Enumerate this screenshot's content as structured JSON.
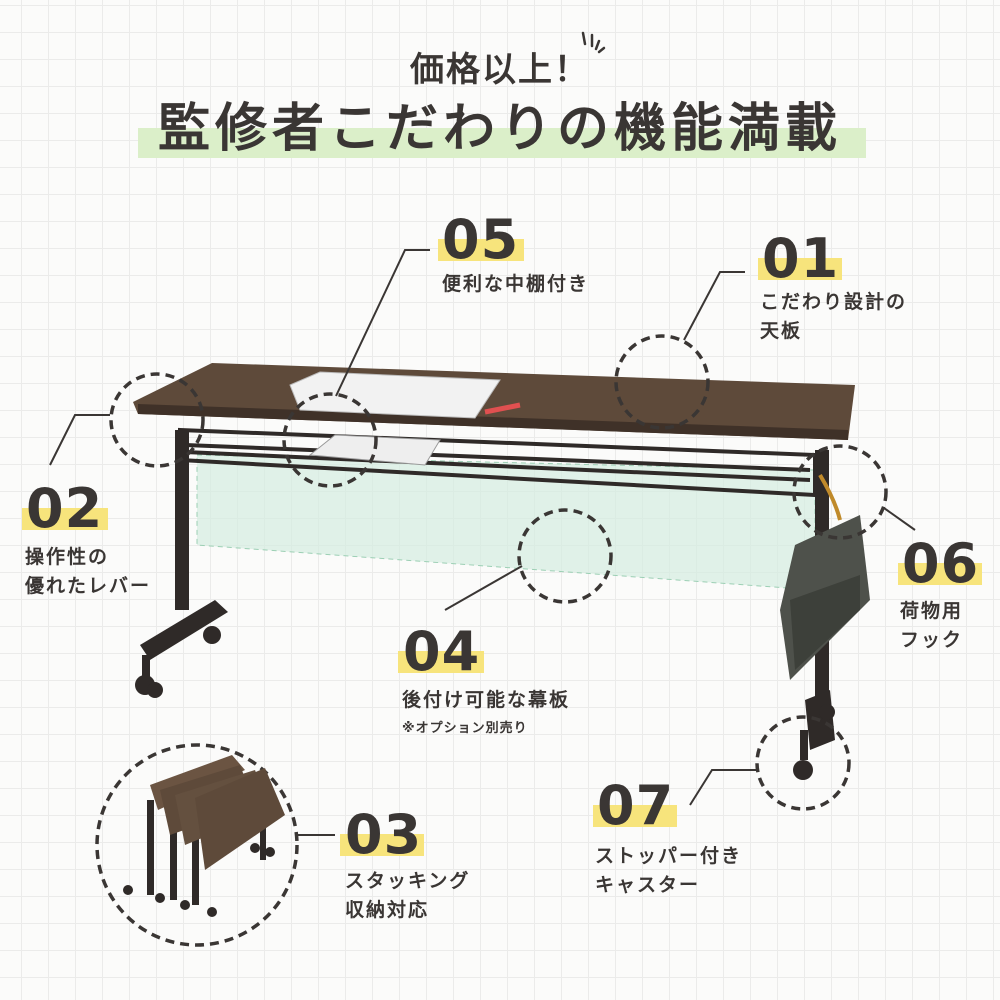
{
  "header": {
    "subtitle": "価格以上！",
    "title": "監修者こだわりの機能満載"
  },
  "colors": {
    "highlight": "#f7e47c",
    "band": "#dbefc9",
    "tabletop": "#5e4a3a"
  },
  "features": [
    {
      "num": "01",
      "lines": [
        "こだわり設計の",
        "天板"
      ]
    },
    {
      "num": "02",
      "lines": [
        "操作性の",
        "優れたレバー"
      ]
    },
    {
      "num": "03",
      "lines": [
        "スタッキング",
        "収納対応"
      ]
    },
    {
      "num": "04",
      "lines": [
        "後付け可能な幕板"
      ],
      "note": "※オプション別売り"
    },
    {
      "num": "05",
      "lines": [
        "便利な中棚付き"
      ]
    },
    {
      "num": "06",
      "lines": [
        "荷物用",
        "フック"
      ]
    },
    {
      "num": "07",
      "lines": [
        "ストッパー付き",
        "キャスター"
      ]
    }
  ]
}
